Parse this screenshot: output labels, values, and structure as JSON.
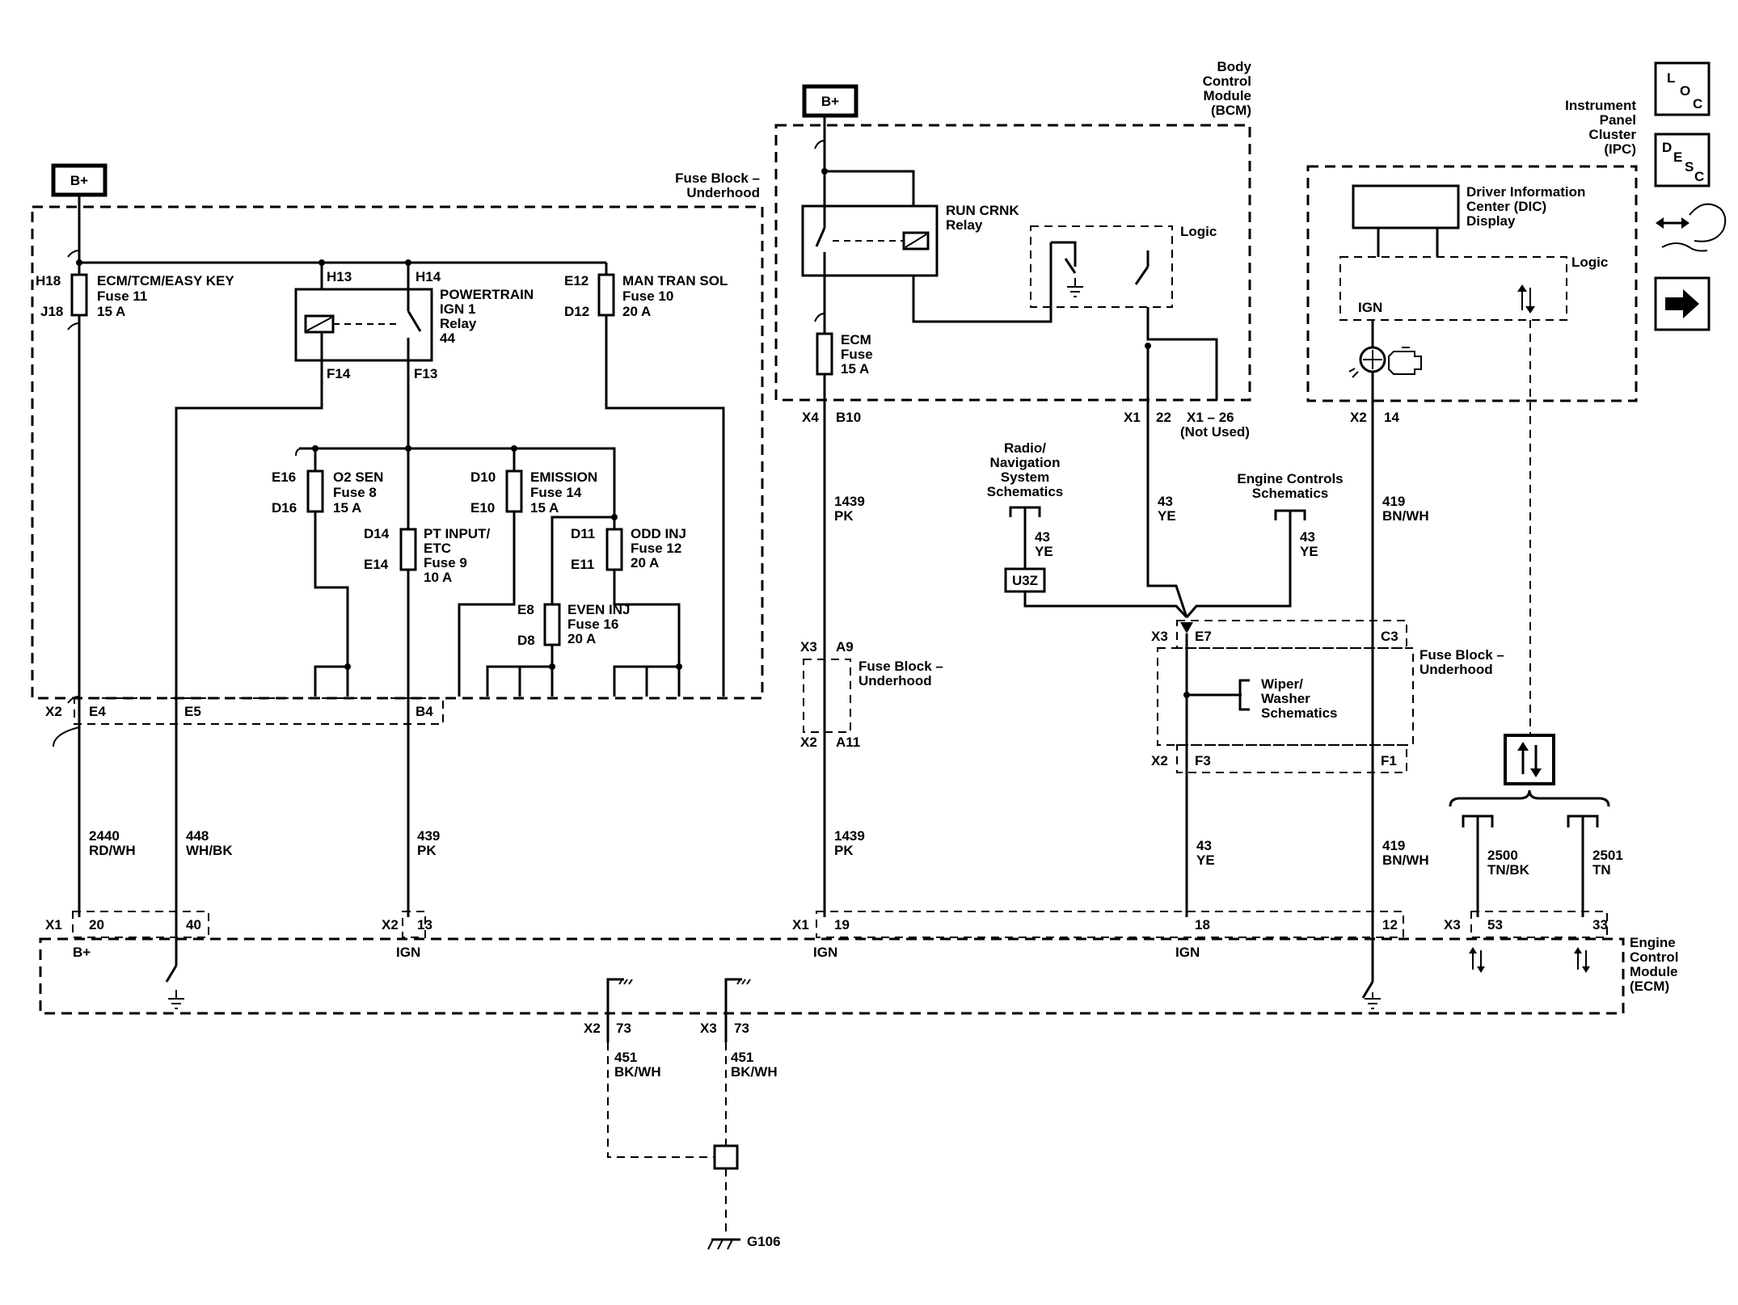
{
  "supply_labels": {
    "bplus": "B+"
  },
  "fuse_block": {
    "title_1": "Fuse Block –",
    "title_2": "Underhood",
    "fuse_ecm_tcm": {
      "top_pin": "H18",
      "bottom_pin": "J18",
      "name": "ECM/TCM/EASY KEY",
      "fuse": "Fuse 11",
      "amps": "15 A"
    },
    "relay": {
      "pin_a_top": "H13",
      "pin_b_top": "H14",
      "name_1": "POWERTRAIN",
      "name_2": "IGN 1",
      "name_3": "Relay",
      "number": "44",
      "pin_a_bottom": "F14",
      "pin_b_bottom": "F13"
    },
    "fuse_man_tran": {
      "top_pin": "E12",
      "bottom_pin": "D12",
      "name": "MAN TRAN SOL",
      "fuse": "Fuse 10",
      "amps": "20 A"
    },
    "fuse_o2": {
      "top_pin": "E16",
      "bottom_pin": "D16",
      "name": "O2 SEN",
      "fuse": "Fuse 8",
      "amps": "15 A"
    },
    "fuse_pt_input": {
      "top_pin": "D14",
      "bottom_pin": "E14",
      "name_1": "PT INPUT/",
      "name_2": "ETC",
      "fuse": "Fuse 9",
      "amps": "10 A"
    },
    "fuse_emission": {
      "top_pin": "D10",
      "bottom_pin": "E10",
      "name": "EMISSION",
      "fuse": "Fuse 14",
      "amps": "15 A"
    },
    "fuse_odd_inj": {
      "top_pin": "D11",
      "bottom_pin": "E11",
      "name": "ODD INJ",
      "fuse": "Fuse 12",
      "amps": "20 A"
    },
    "fuse_even_inj": {
      "top_pin": "E8",
      "bottom_pin": "D8",
      "name": "EVEN INJ",
      "fuse": "Fuse 16",
      "amps": "20 A"
    },
    "bottom_connector": {
      "conn": "X2",
      "pin_e4": "E4",
      "pin_e5": "E5",
      "pin_b4": "B4"
    }
  },
  "bcm": {
    "title_1": "Body",
    "title_2": "Control",
    "title_3": "Module",
    "title_4": "(BCM)",
    "relay_name_1": "RUN CRNK",
    "relay_name_2": "Relay",
    "logic": "Logic",
    "fuse_name": "ECM",
    "fuse": "Fuse",
    "fuse_amps": "15 A",
    "conn_x4": "X4",
    "pin_b10": "B10",
    "conn_x1": "X1",
    "pin_22": "22",
    "pin_x1_26": "X1 – 26",
    "not_used": "(Not Used)"
  },
  "ipc": {
    "title_1": "Instrument",
    "title_2": "Panel",
    "title_3": "Cluster",
    "title_4": "(IPC)",
    "dic_1": "Driver Information",
    "dic_2": "Center (DIC)",
    "dic_3": "Display",
    "logic": "Logic",
    "ign": "IGN",
    "conn_x2": "X2",
    "pin_14": "14"
  },
  "side_icons": {
    "loc": [
      "L",
      "O",
      "C"
    ],
    "desc": [
      "D",
      "E",
      "S",
      "C"
    ]
  },
  "circuits": {
    "c2440": {
      "num": "2440",
      "color": "RD/WH"
    },
    "c448": {
      "num": "448",
      "color": "WH/BK"
    },
    "c439": {
      "num": "439",
      "color": "PK"
    },
    "c1439_upper": {
      "num": "1439",
      "color": "PK"
    },
    "c1439_lower": {
      "num": "1439",
      "color": "PK"
    },
    "c43_bcm": {
      "num": "43",
      "color": "YE"
    },
    "c43_radio": {
      "num": "43",
      "color": "YE"
    },
    "c43_engine": {
      "num": "43",
      "color": "YE"
    },
    "c43_lower": {
      "num": "43",
      "color": "YE"
    },
    "c419_upper": {
      "num": "419",
      "color": "BN/WH"
    },
    "c419_lower": {
      "num": "419",
      "color": "BN/WH"
    },
    "c2500": {
      "num": "2500",
      "color": "TN/BK"
    },
    "c2501": {
      "num": "2501",
      "color": "TN"
    },
    "c451_a": {
      "num": "451",
      "color": "BK/WH"
    },
    "c451_b": {
      "num": "451",
      "color": "BK/WH"
    }
  },
  "inline_fuse_block": {
    "conn_top": "X3",
    "pin_a9": "A9",
    "conn_bottom": "X2",
    "pin_a11": "A11",
    "title_1": "Fuse Block –",
    "title_2": "Underhood"
  },
  "right_fuse_block": {
    "conn_top": "X3",
    "pin_e7": "E7",
    "pin_c3": "C3",
    "conn_bottom": "X2",
    "pin_f3": "F3",
    "pin_f1": "F1",
    "title_1": "Fuse Block –",
    "title_2": "Underhood",
    "wiper_1": "Wiper/",
    "wiper_2": "Washer",
    "wiper_3": "Schematics"
  },
  "references": {
    "radio_1": "Radio/",
    "radio_2": "Navigation",
    "radio_3": "System",
    "radio_4": "Schematics",
    "engine_1": "Engine Controls",
    "engine_2": "Schematics",
    "u3z": "U3Z"
  },
  "ecm": {
    "title_1": "Engine",
    "title_2": "Control",
    "title_3": "Module",
    "title_4": "(ECM)",
    "x1_a": "X1",
    "pin_20": "20",
    "pin_40": "40",
    "lbl_bplus": "B+",
    "x2": "X2",
    "pin_13": "13",
    "lbl_ign_1": "IGN",
    "x1_b": "X1",
    "pin_19": "19",
    "lbl_ign_2": "IGN",
    "pin_18": "18",
    "lbl_ign_3": "IGN",
    "pin_12": "12",
    "x3": "X3",
    "pin_53": "53",
    "pin_33": "33",
    "gnd_x2": "X2",
    "gnd_pin_x2": "73",
    "gnd_x3": "X3",
    "gnd_pin_x3": "73"
  },
  "ground": {
    "name": "G106"
  }
}
